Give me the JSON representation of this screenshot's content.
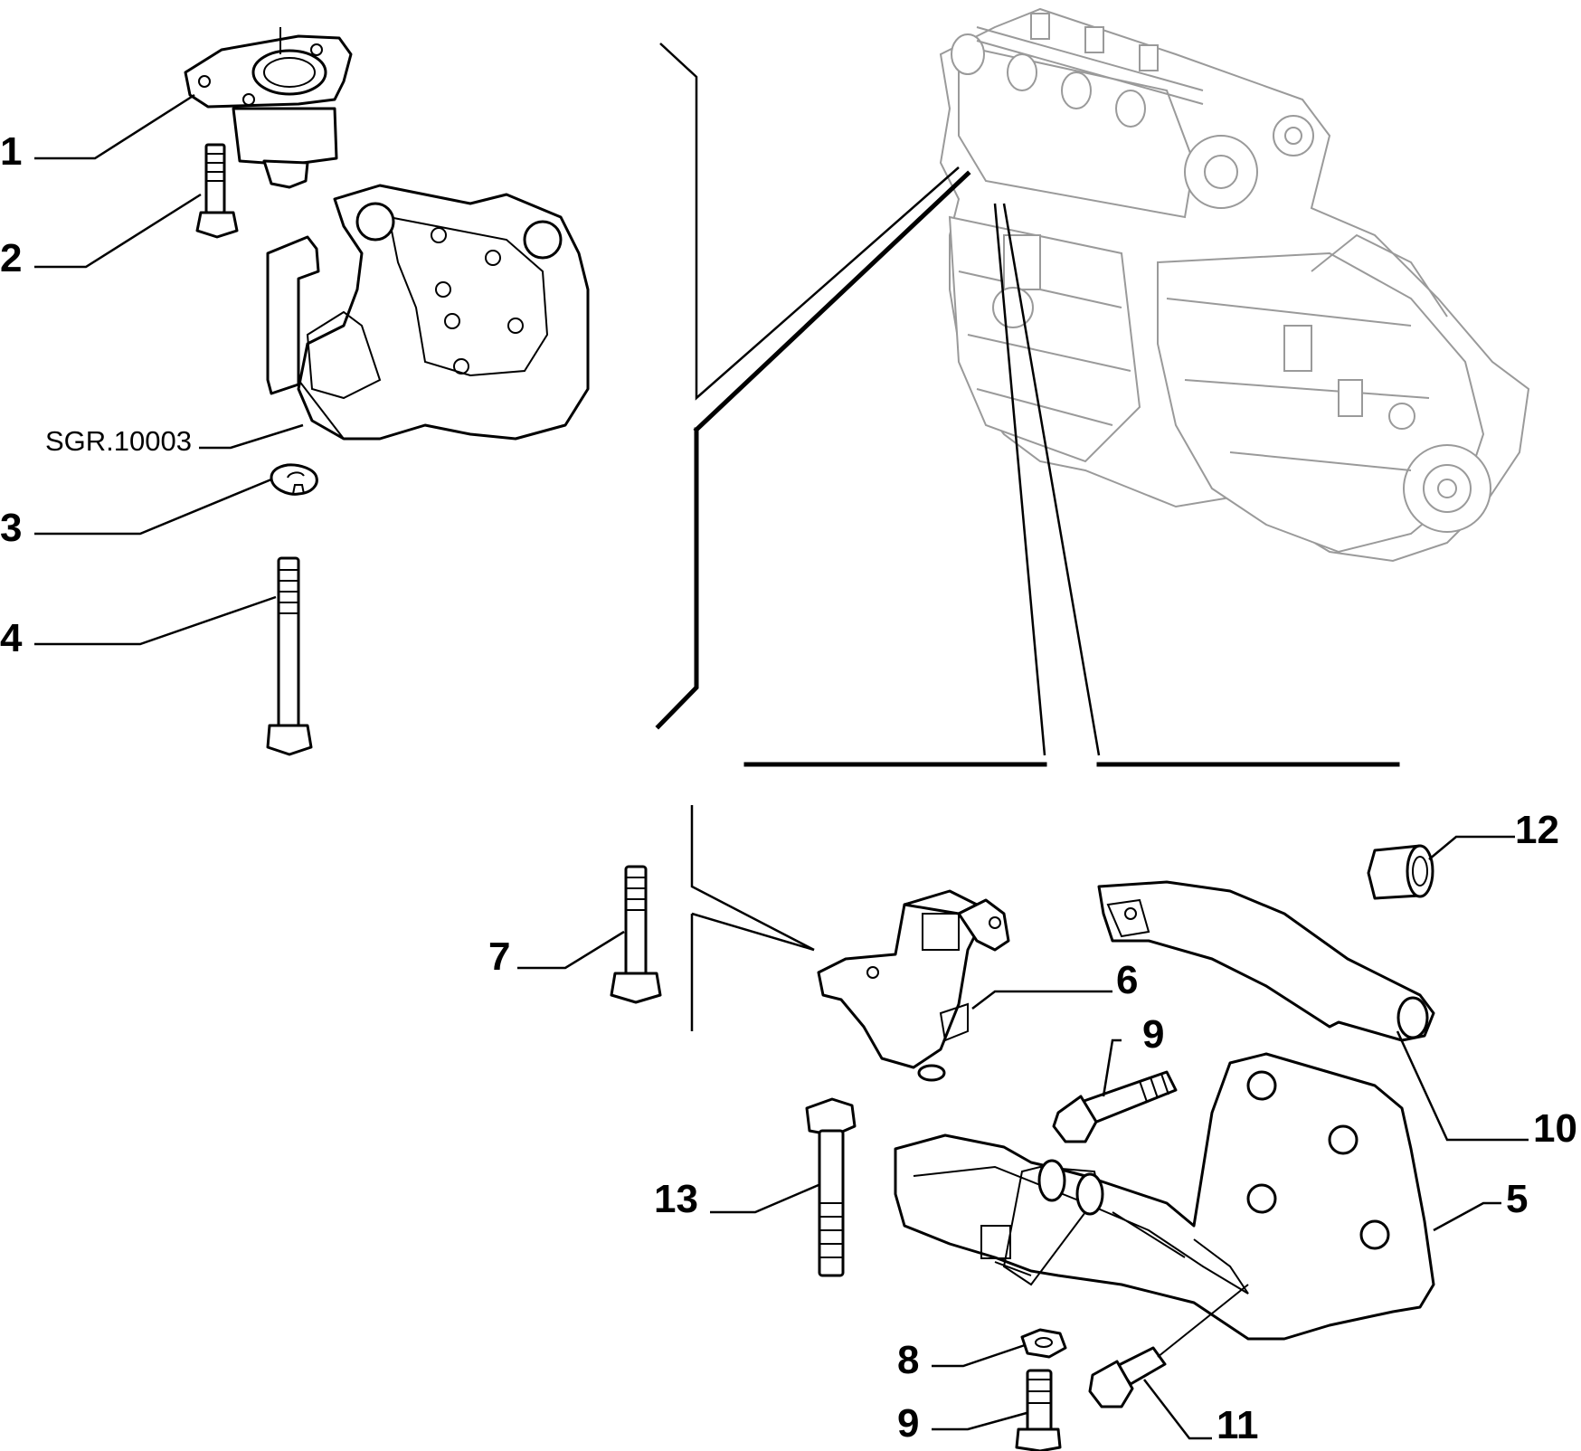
{
  "callouts": {
    "c1": "1",
    "c2": "2",
    "c3": "3",
    "c4": "4",
    "c5": "5",
    "c6": "6",
    "c7": "7",
    "c8": "8",
    "c9a": "9",
    "c9b": "9",
    "c10": "10",
    "c11": "11",
    "c12": "12",
    "c13": "13"
  },
  "reference_label": "SGR.10003"
}
